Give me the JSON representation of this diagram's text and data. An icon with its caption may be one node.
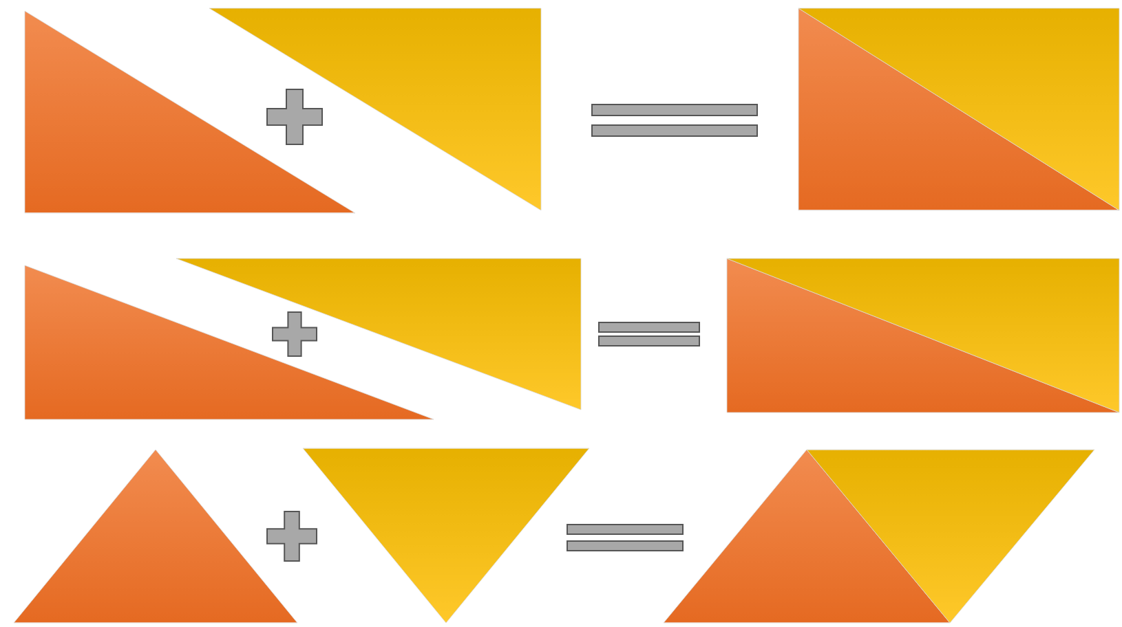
{
  "diagram": {
    "nodes": [
      {
        "text": [],
        "shape": "triangle"
      },
      {
        "text": [],
        "shape": "triangle"
      },
      {
        "text": [],
        "shape": "box"
      },
      {
        "text": [],
        "shape": "triangle"
      },
      {
        "text": [],
        "shape": "triangle"
      },
      {
        "text": [],
        "shape": "box"
      },
      {
        "text": [],
        "shape": "triangle"
      },
      {
        "text": [],
        "shape": "triangle"
      },
      {
        "text": [],
        "shape": "triangle"
      },
      {
        "text": [],
        "shape": "triangle"
      }
    ]
  }
}
